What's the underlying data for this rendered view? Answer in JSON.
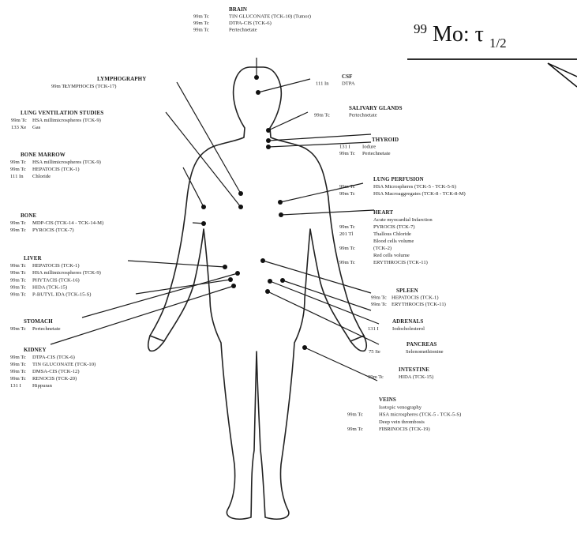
{
  "formula": {
    "sup": "99",
    "element": "Mo: τ",
    "sub": "1/2"
  },
  "sections": {
    "brain": {
      "title": "BRAIN",
      "rows": [
        {
          "iso": "99m Tc",
          "text": "TIN GLUCONATE (TCK-10) (Tumor)"
        },
        {
          "iso": "99m Tc",
          "text": "DTPA-CIS (TCK-6)"
        },
        {
          "iso": "99m Tc",
          "text": "Pertechnetate"
        }
      ]
    },
    "csf": {
      "title": "CSF",
      "rows": [
        {
          "iso": "111 In",
          "text": "DTPA"
        }
      ]
    },
    "lymphography": {
      "title": "LYMPHOGRAPHY",
      "rows": [
        {
          "iso": "99m Tc",
          "text": "LYMPHOCIS (TCK-17)"
        }
      ]
    },
    "salivary": {
      "title": "SALIVARY GLANDS",
      "rows": [
        {
          "iso": "99m Tc",
          "text": "Pertechnetate"
        }
      ]
    },
    "lung_vent": {
      "title": "LUNG VENTILATION STUDIES",
      "rows": [
        {
          "iso": "99m Tc",
          "text": "HSA millimicrospheres (TCK-9)"
        },
        {
          "iso": "133 Xe",
          "text": "Gas"
        }
      ]
    },
    "thyroid": {
      "title": "THYROID",
      "rows": [
        {
          "iso": "131 I",
          "text": "Iodure"
        },
        {
          "iso": "99m Tc",
          "text": "Pertechnetate"
        }
      ]
    },
    "bone_marrow": {
      "title": "BONE MARROW",
      "rows": [
        {
          "iso": "99m Tc",
          "text": "HSA millimicrospheres (TCK-9)"
        },
        {
          "iso": "99m Tc",
          "text": "HEPATOCIS (TCK-1)"
        },
        {
          "iso": "111 In",
          "text": "Chloride"
        }
      ]
    },
    "lung_perf": {
      "title": "LUNG PERFUSION",
      "rows": [
        {
          "iso": "99m Tc",
          "text": "HSA Microspheres (TCK-5 - TCK-5-S)"
        },
        {
          "iso": "99m Tc",
          "text": "HSA Macroaggregates (TCK-8 - TCK-8-M)"
        }
      ]
    },
    "bone": {
      "title": "BONE",
      "rows": [
        {
          "iso": "99m Tc",
          "text": "MDP-CIS (TCK-14 - TCK-14-M)"
        },
        {
          "iso": "99m Tc",
          "text": "PYROCIS (TCK-7)"
        }
      ]
    },
    "heart": {
      "title": "HEART",
      "rows": [
        {
          "iso": "",
          "text": "Acute myocardial Infarction"
        },
        {
          "iso": "99m Tc",
          "text": "PYROCIS (TCK-7)"
        },
        {
          "iso": "201 Tl",
          "text": "Thallous Chloride"
        },
        {
          "iso": "",
          "text": "Blood cells volume"
        },
        {
          "iso": "99m Tc",
          "text": "(TCK-2)"
        },
        {
          "iso": "",
          "text": "Red cells volume"
        },
        {
          "iso": "99m Tc",
          "text": "ERYTHROCIS (TCK-11)"
        }
      ]
    },
    "liver": {
      "title": "LIVER",
      "rows": [
        {
          "iso": "99m Tc",
          "text": "HEPATOCIS (TCK-1)"
        },
        {
          "iso": "99m Tc",
          "text": "HSA millimicrospheres (TCK-9)"
        },
        {
          "iso": "99m Tc",
          "text": "PHYTACIS (TCK-16)"
        },
        {
          "iso": "99m Tc",
          "text": "HIDA (TCK-15)"
        },
        {
          "iso": "99m Tc",
          "text": "P-BUTYL IDA (TCK-15-S)"
        }
      ]
    },
    "spleen": {
      "title": "SPLEEN",
      "rows": [
        {
          "iso": "99m Tc",
          "text": "HEPATOCIS (TCK-1)"
        },
        {
          "iso": "99m Tc",
          "text": "ERYTHROCIS (TCK-11)"
        }
      ]
    },
    "stomach": {
      "title": "STOMACH",
      "rows": [
        {
          "iso": "99m Tc",
          "text": "Pertechnetate"
        }
      ]
    },
    "adrenals": {
      "title": "ADRENALS",
      "rows": [
        {
          "iso": "131 I",
          "text": "Iodocholesterol"
        }
      ]
    },
    "pancreas": {
      "title": "PANCREAS",
      "rows": [
        {
          "iso": "75 Se",
          "text": "Selenomethionine"
        }
      ]
    },
    "kidney": {
      "title": "KIDNEY",
      "rows": [
        {
          "iso": "99m Tc",
          "text": "DTPA-CIS (TCK-6)"
        },
        {
          "iso": "99m Tc",
          "text": "TIN GLUCONATE (TCK-10)"
        },
        {
          "iso": "99m Tc",
          "text": "DMSA-CIS (TCK-12)"
        },
        {
          "iso": "99m Tc",
          "text": "RENOCIS (TCK-20)"
        },
        {
          "iso": "131 I",
          "text": "Hippuran"
        }
      ]
    },
    "intestine": {
      "title": "INTESTINE",
      "rows": [
        {
          "iso": "99m Tc",
          "text": "HIDA (TCK-15)"
        }
      ]
    },
    "veins": {
      "title": "VEINS",
      "rows": [
        {
          "iso": "",
          "text": "Isotopic venography"
        },
        {
          "iso": "99m Tc",
          "text": "HSA microspheres (TCK-5 - TCK-5-S)"
        },
        {
          "iso": "",
          "text": "Deep vein thrombosis"
        },
        {
          "iso": "99m Tc",
          "text": "FIBRINOCIS (TCK-19)"
        }
      ]
    }
  }
}
